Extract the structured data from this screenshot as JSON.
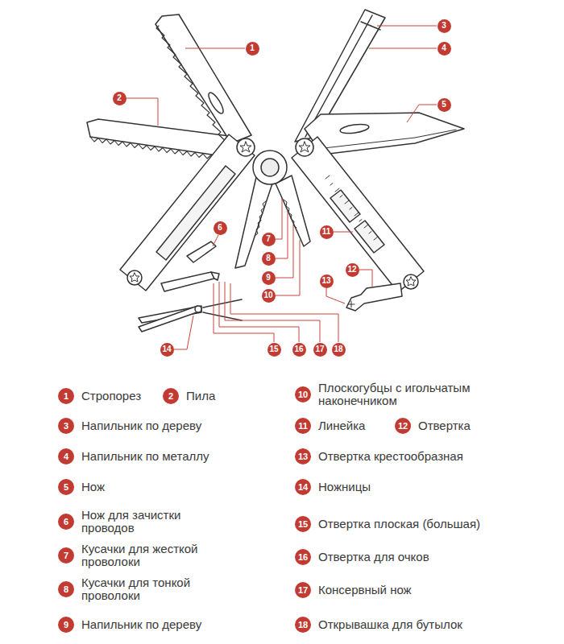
{
  "diagram": {
    "nodes": [
      {
        "text": [
          "1"
        ]
      },
      {
        "text": [
          "2"
        ]
      },
      {
        "text": [
          "3"
        ]
      },
      {
        "text": [
          "4"
        ]
      },
      {
        "text": [
          "5"
        ]
      },
      {
        "text": [
          "6"
        ]
      },
      {
        "text": [
          "7"
        ]
      },
      {
        "text": [
          "8"
        ]
      },
      {
        "text": [
          "9"
        ]
      },
      {
        "text": [
          "10"
        ]
      },
      {
        "text": [
          "11"
        ]
      },
      {
        "text": [
          "12"
        ]
      },
      {
        "text": [
          "13"
        ]
      },
      {
        "text": [
          "14"
        ]
      },
      {
        "text": [
          "15"
        ]
      },
      {
        "text": [
          "16"
        ]
      },
      {
        "text": [
          "17"
        ]
      },
      {
        "text": [
          "18"
        ]
      },
      {
        "text": [
          "1",
          "Стропорез"
        ]
      },
      {
        "text": [
          "2",
          "Пила"
        ]
      },
      {
        "text": [
          "3",
          "Напильник по дереву"
        ]
      },
      {
        "text": [
          "4",
          "Напильник по металлу"
        ]
      },
      {
        "text": [
          "5",
          "Нож"
        ]
      },
      {
        "text": [
          "6",
          "Нож для зачистки проводов"
        ]
      },
      {
        "text": [
          "7",
          "Кусачки для жесткой проволоки"
        ]
      },
      {
        "text": [
          "8",
          "Кусачки для тонкой проволоки"
        ]
      },
      {
        "text": [
          "9",
          "Напильник по дереву"
        ]
      },
      {
        "text": [
          "10",
          "Плоскогубцы с игольчатым наконечником"
        ]
      },
      {
        "text": [
          "11",
          "Линейка"
        ]
      },
      {
        "text": [
          "12",
          "Отвертка"
        ]
      },
      {
        "text": [
          "13",
          "Отвертка крестообразная"
        ]
      },
      {
        "text": [
          "14",
          "Ножницы"
        ]
      },
      {
        "text": [
          "15",
          "Отвертка плоская (большая)"
        ]
      },
      {
        "text": [
          "16",
          "Отвертка для очков"
        ]
      },
      {
        "text": [
          "17",
          "Консервный нож"
        ]
      },
      {
        "text": [
          "18",
          "Открывашка для бутылок"
        ]
      }
    ]
  }
}
